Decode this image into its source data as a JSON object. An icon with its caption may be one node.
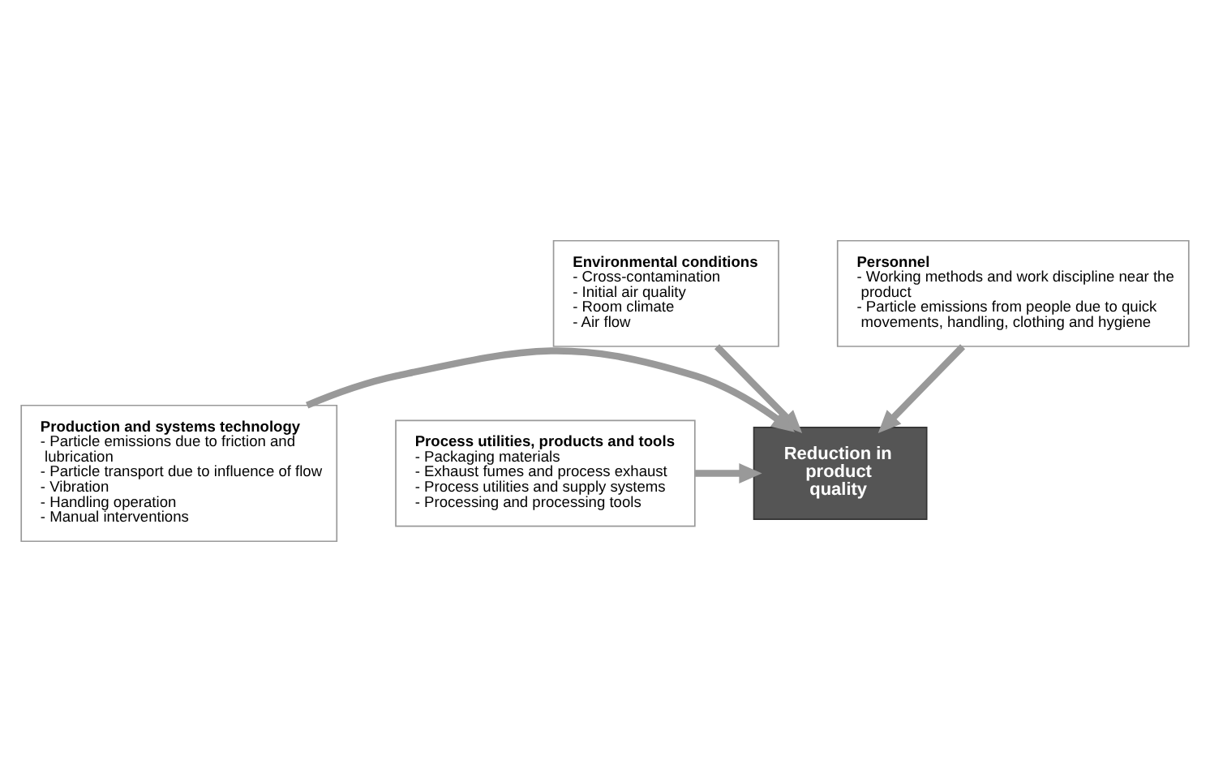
{
  "diagram": {
    "nodes": [
      {
        "text": [
          "Environmental conditions",
          "- Cross-contamination",
          "- Initial air quality",
          "- Room climate",
          "- Air flow"
        ]
      },
      {
        "text": [
          "Personnel",
          "- Working methods and work discipline near the product",
          "- Particle emissions from people due to quick movements, handling, clothing and hygiene"
        ]
      },
      {
        "text": [
          "Production and systems technology",
          "- Particle emissions due to friction and lubrication",
          "- Particle transport due to influence of flow",
          "- Vibration",
          "- Handling operation",
          "- Manual interventions"
        ]
      },
      {
        "text": [
          "Process utilities, products and tools",
          "- Packaging materials",
          "- Exhaust fumes and process exhaust",
          "- Process utilities and supply systems",
          "- Processing and processing tools"
        ]
      },
      {
        "text": [
          "Reduction in product quality"
        ]
      }
    ],
    "edges": [
      {
        "from": 0,
        "to": 4,
        "arrow": "to"
      },
      {
        "from": 1,
        "to": 4,
        "arrow": "to"
      },
      {
        "from": 2,
        "to": 4,
        "arrow": "to"
      },
      {
        "from": 3,
        "to": 4,
        "arrow": "to"
      }
    ]
  }
}
